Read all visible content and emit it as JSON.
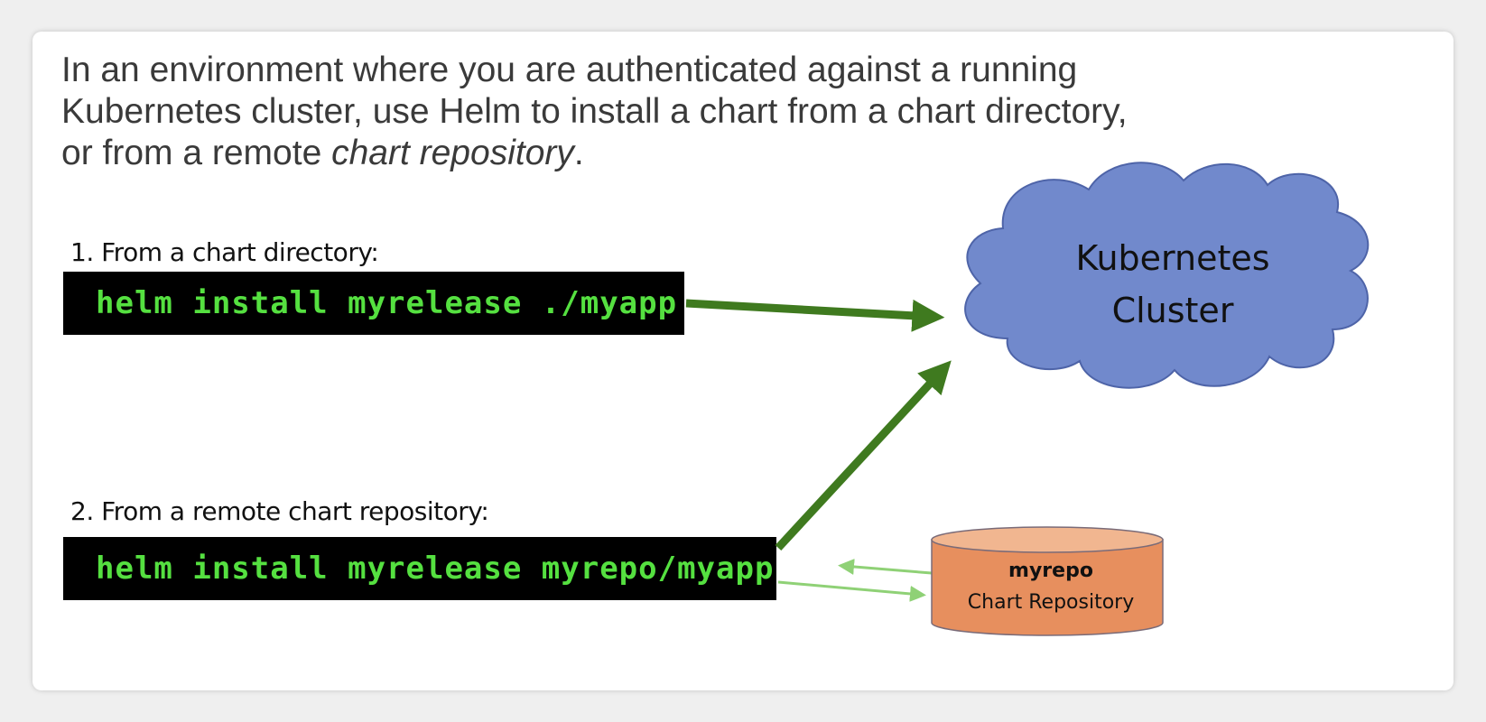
{
  "intro": {
    "line1": "In an environment where you are authenticated against a running",
    "line2": "Kubernetes cluster, use Helm to install a chart from a chart directory,",
    "line3_prefix": "or from a remote ",
    "line3_emphasis": "chart repository",
    "line3_suffix": "."
  },
  "steps": [
    {
      "label": "1. From a chart directory:",
      "command": "helm install myrelease ./myapp"
    },
    {
      "label": "2. From a remote chart repository:",
      "command": "helm install myrelease myrepo/myapp"
    }
  ],
  "cluster": {
    "line1": "Kubernetes",
    "line2": "Cluster"
  },
  "repository": {
    "name": "myrepo",
    "subtitle": "Chart Repository"
  },
  "colors": {
    "command_bg": "#000000",
    "command_text": "#55e040",
    "arrow_dark": "#3f7a1f",
    "arrow_light": "#8fd176",
    "cloud_fill": "#7189cc",
    "cloud_stroke": "#4e64a8",
    "repo_fill": "#e78f5e",
    "repo_top": "#f1b690"
  }
}
